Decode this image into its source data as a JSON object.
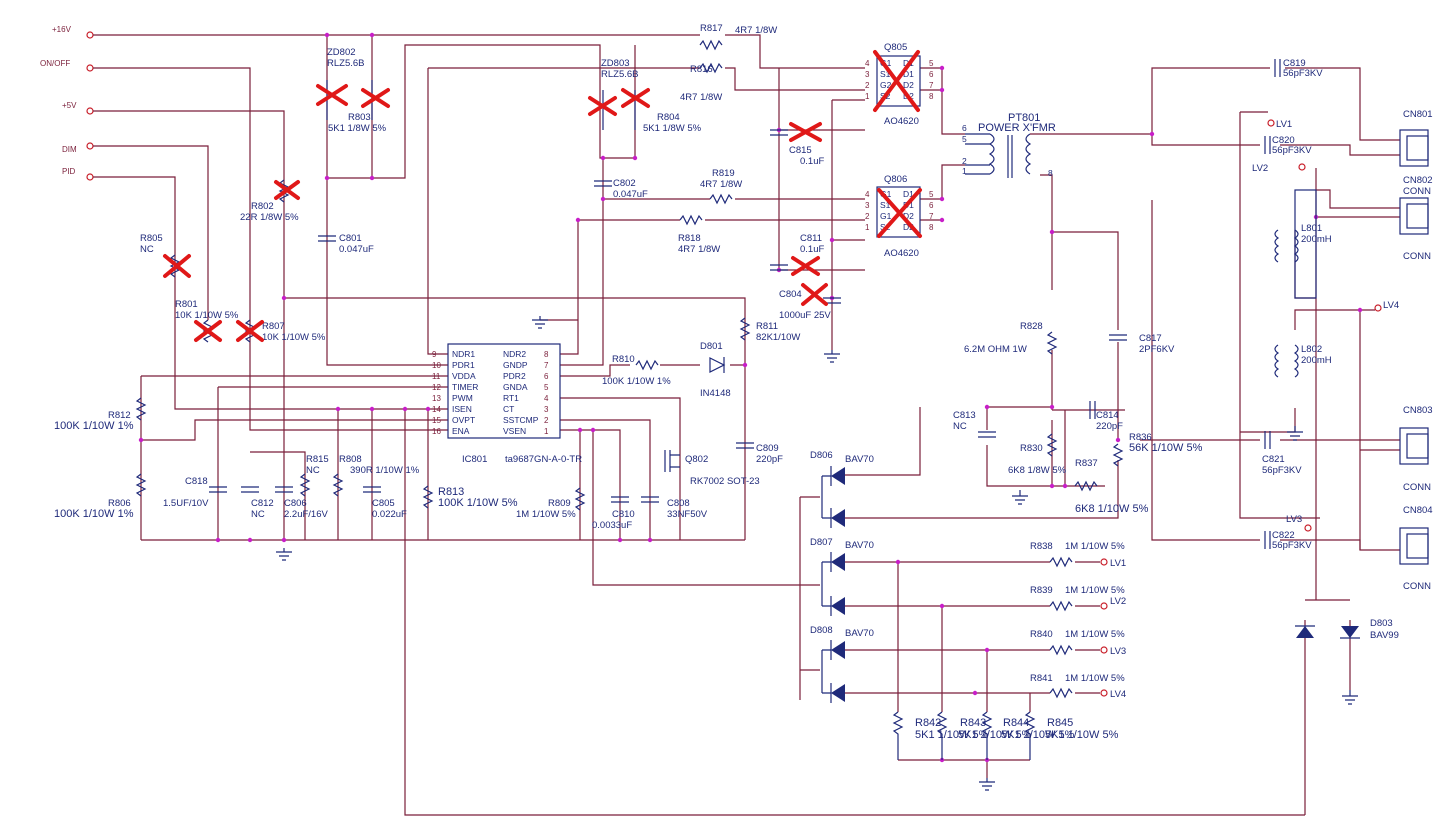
{
  "nets": {
    "v16": "+16V",
    "onoff": "ON/OFF",
    "v5": "+5V",
    "dim": "DIM",
    "pid": "PID",
    "lv1": "LV1",
    "lv2": "LV2",
    "lv3": "LV3",
    "lv4": "LV4"
  },
  "ic": {
    "ref": "IC801",
    "part": "ta9687GN-A-0-TR",
    "left_pins": [
      {
        "num": "9",
        "name": "NDR1"
      },
      {
        "num": "10",
        "name": "PDR1"
      },
      {
        "num": "11",
        "name": "VDDA"
      },
      {
        "num": "12",
        "name": "TIMER"
      },
      {
        "num": "13",
        "name": "PWM"
      },
      {
        "num": "14",
        "name": "ISEN"
      },
      {
        "num": "15",
        "name": "OVPT"
      },
      {
        "num": "16",
        "name": "ENA"
      }
    ],
    "right_pins": [
      {
        "num": "8",
        "name": "NDR2"
      },
      {
        "num": "7",
        "name": "GNDP"
      },
      {
        "num": "6",
        "name": "PDR2"
      },
      {
        "num": "5",
        "name": "GNDA"
      },
      {
        "num": "4",
        "name": "RT1"
      },
      {
        "num": "3",
        "name": "CT"
      },
      {
        "num": "2",
        "name": "SSTCMP"
      },
      {
        "num": "1",
        "name": "VSEN"
      }
    ]
  },
  "mosfets": [
    {
      "ref": "Q805",
      "part": "AO4620",
      "pins_l": [
        "4",
        "3",
        "2",
        "1"
      ],
      "pins_r": [
        "5",
        "6",
        "7",
        "8"
      ],
      "lab_l": [
        "G1",
        "S1",
        "G2",
        "S2"
      ],
      "lab_r": [
        "D1",
        "D1",
        "D2",
        "D2"
      ]
    },
    {
      "ref": "Q806",
      "part": "AO4620",
      "pins_l": [
        "4",
        "3",
        "2",
        "1"
      ],
      "pins_r": [
        "5",
        "6",
        "7",
        "8"
      ],
      "lab_l": [
        "G1",
        "S1",
        "G1",
        "S2"
      ],
      "lab_r": [
        "D1",
        "D1",
        "D2",
        "D2"
      ]
    }
  ],
  "transformer": {
    "ref": "PT801",
    "name": "POWER X'FMR",
    "pins": [
      "6",
      "5",
      "2",
      "1",
      "8"
    ]
  },
  "parts": {
    "r817": [
      "R817",
      "4R7 1/8W"
    ],
    "r816": [
      "R816",
      "4R7 1/8W"
    ],
    "r819": [
      "R819",
      "4R7 1/8W"
    ],
    "r818": [
      "R818",
      "4R7 1/8W"
    ],
    "zd802": [
      "ZD802",
      "RLZ5.6B"
    ],
    "zd803": [
      "ZD803",
      "RLZ5.6B"
    ],
    "r803": [
      "R803",
      "5K1 1/8W 5%"
    ],
    "r804": [
      "R804",
      "5K1 1/8W 5%"
    ],
    "r802": [
      "R802",
      "22R 1/8W 5%"
    ],
    "r805": [
      "R805",
      "NC"
    ],
    "r801": [
      "R801",
      "10K 1/10W 5%"
    ],
    "r807": [
      "R807",
      "10K 1/10W 5%"
    ],
    "c801": [
      "C801",
      "0.047uF"
    ],
    "c802": [
      "C802",
      "0.047uF"
    ],
    "c815": [
      "C815",
      "0.1uF"
    ],
    "c811": [
      "C811",
      "0.1uF"
    ],
    "c804": [
      "C804",
      "1000uF 25V"
    ],
    "r811": [
      "R811",
      "82K1/10W"
    ],
    "d801": [
      "D801",
      "IN4148"
    ],
    "r810": [
      "R810",
      "100K 1/10W 1%"
    ],
    "q802": [
      "Q802",
      "RK7002 SOT-23"
    ],
    "c809": [
      "C809",
      "220pF"
    ],
    "c808": [
      "C808",
      "33NF50V"
    ],
    "c810": [
      "C810",
      "0.0033uF"
    ],
    "r809": [
      "R809",
      "1M 1/10W 5%"
    ],
    "r813": [
      "R813",
      "100K 1/10W 5%"
    ],
    "c805": [
      "C805",
      "0.022uF"
    ],
    "r808": [
      "R808",
      "390R 1/10W 1%"
    ],
    "r815": [
      "R815",
      "NC"
    ],
    "c806": [
      "C806",
      "2.2uF/16V"
    ],
    "c812": [
      "C812",
      "NC"
    ],
    "c818": [
      "C818",
      "1.5UF/10V"
    ],
    "r812": [
      "R812",
      "100K 1/10W 1%"
    ],
    "r806": [
      "R806",
      "100K 1/10W 1%"
    ],
    "r828": [
      "R828",
      "6.2M OHM 1W"
    ],
    "c817": [
      "C817",
      "2PF6KV"
    ],
    "c813": [
      "C813",
      "NC"
    ],
    "c814": [
      "C814",
      "220pF"
    ],
    "r830": [
      "R830",
      "6K8 1/8W 5%"
    ],
    "r837": [
      "R837",
      "6K8 1/10W 5%"
    ],
    "r836": [
      "R836",
      "56K 1/10W 5%"
    ],
    "c819": [
      "C819",
      "56pF3KV"
    ],
    "c820": [
      "C820",
      "56pF3KV"
    ],
    "c821": [
      "C821",
      "56pF3KV"
    ],
    "c822": [
      "C822",
      "56pF3KV"
    ],
    "l801": [
      "L801",
      "200mH"
    ],
    "l802": [
      "L802",
      "200mH"
    ],
    "d806": [
      "D806",
      "BAV70"
    ],
    "d807": [
      "D807",
      "BAV70"
    ],
    "d808": [
      "D808",
      "BAV70"
    ],
    "d803": [
      "D803",
      "BAV99"
    ],
    "r838": [
      "R838",
      "1M 1/10W 5%"
    ],
    "r839": [
      "R839",
      "1M 1/10W 5%"
    ],
    "r840": [
      "R840",
      "1M 1/10W 5%"
    ],
    "r841": [
      "R841",
      "1M 1/10W 5%"
    ],
    "r842": [
      "R842",
      "5K1 1/10W 5%"
    ],
    "r843": [
      "R843",
      "5K1 1/10W 5%"
    ],
    "r844": [
      "R844",
      "5K1 1/10W 5%"
    ],
    "r845": [
      "R845",
      "5K1 1/10W 5%"
    ],
    "cn801": [
      "CN801",
      "CONN"
    ],
    "cn802": [
      "CN802",
      "CONN"
    ],
    "cn803": [
      "CN803",
      "CONN"
    ],
    "cn804": [
      "CN804",
      "CONN"
    ]
  },
  "colors": {
    "wire": "#7a1f3a",
    "component": "#1f2a7a",
    "mark": "#e01818",
    "junction": "#c81fc8"
  }
}
